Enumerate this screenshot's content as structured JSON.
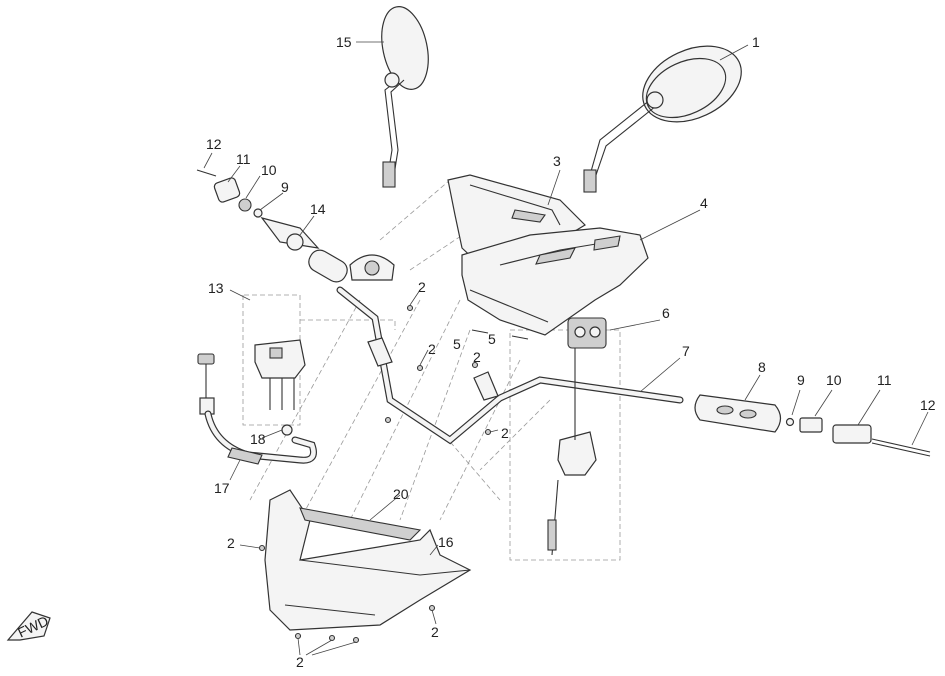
{
  "callouts": {
    "c1": "1",
    "c2a": "2",
    "c2b": "2",
    "c2c": "2",
    "c2d": "2",
    "c2e": "2",
    "c2f": "2",
    "c2g": "2",
    "c3": "3",
    "c4": "4",
    "c5a": "5",
    "c5b": "5",
    "c6": "6",
    "c7": "7",
    "c8": "8",
    "c9a": "9",
    "c9b": "9",
    "c10a": "10",
    "c10b": "10",
    "c11a": "11",
    "c11b": "11",
    "c12a": "12",
    "c12b": "12",
    "c13": "13",
    "c14": "14",
    "c15": "15",
    "c16": "16",
    "c17": "17",
    "c18": "18",
    "c20": "20"
  },
  "direction_badge": {
    "label": "FWD"
  }
}
